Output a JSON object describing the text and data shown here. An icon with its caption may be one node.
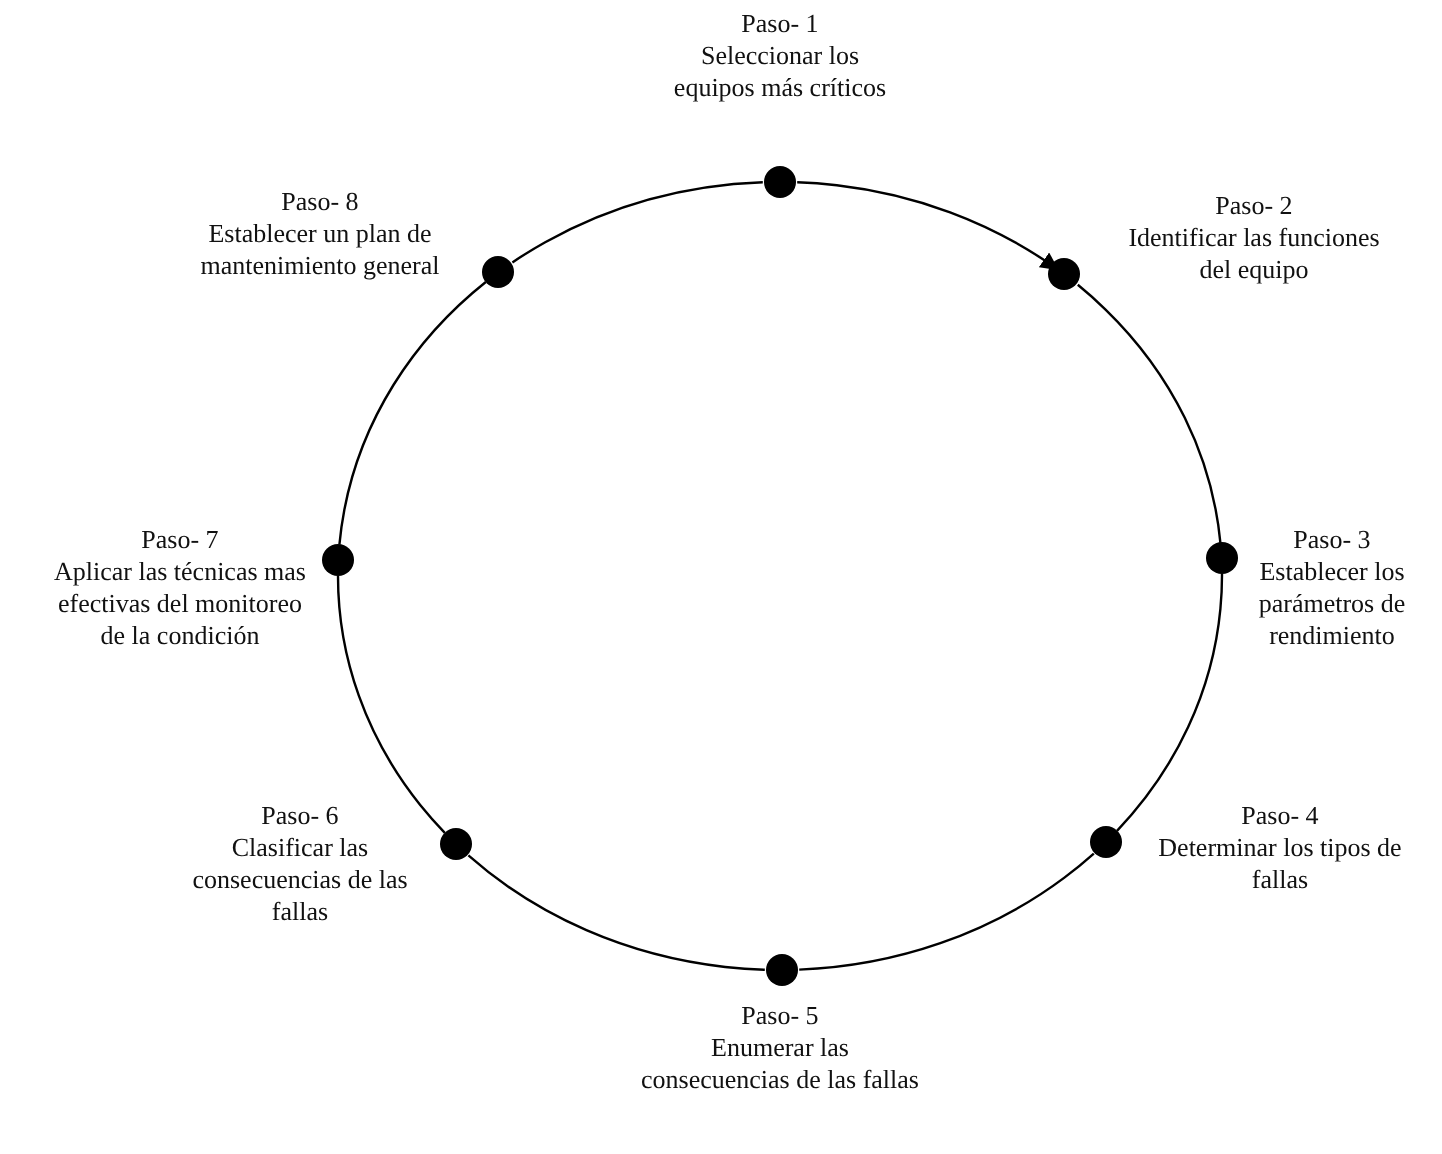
{
  "diagram": {
    "nodes": [
      {
        "text": [],
        "shape": "circle",
        "beside": [
          "Paso- 1",
          "Seleccionar los equipos más críticos"
        ]
      },
      {
        "text": [],
        "shape": "circle",
        "beside": [
          "Paso- 2",
          "Identificar las funciones del equipo"
        ]
      },
      {
        "text": [],
        "shape": "circle",
        "beside": [
          "Paso- 3",
          "Establecer los parámetros de rendimiento"
        ]
      },
      {
        "text": [],
        "shape": "circle",
        "beside": [
          "Paso- 4",
          "Determinar los tipos de fallas"
        ]
      },
      {
        "text": [],
        "shape": "circle",
        "beside": [
          "Paso- 5",
          "Enumerar las consecuencias de las fallas"
        ]
      },
      {
        "text": [],
        "shape": "circle",
        "beside": [
          "Paso- 6",
          "Clasificar las consecuencias de las fallas"
        ]
      },
      {
        "text": [],
        "shape": "circle",
        "beside": [
          "Paso- 7",
          "Aplicar las técnicas mas efectivas del monitoreo de la condición"
        ]
      },
      {
        "text": [],
        "shape": "circle",
        "beside": [
          "Paso- 8",
          "Establecer un plan de mantenimiento general"
        ]
      }
    ],
    "edges": [
      {
        "from": 0,
        "to": 1,
        "arrow": "to"
      },
      {
        "from": 1,
        "to": 2,
        "arrow": "none"
      },
      {
        "from": 2,
        "to": 3,
        "arrow": "none"
      },
      {
        "from": 3,
        "to": 4,
        "arrow": "none"
      },
      {
        "from": 4,
        "to": 5,
        "arrow": "none"
      },
      {
        "from": 5,
        "to": 6,
        "arrow": "none"
      },
      {
        "from": 6,
        "to": 7,
        "arrow": "none"
      },
      {
        "from": 7,
        "to": 0,
        "arrow": "none"
      }
    ]
  }
}
